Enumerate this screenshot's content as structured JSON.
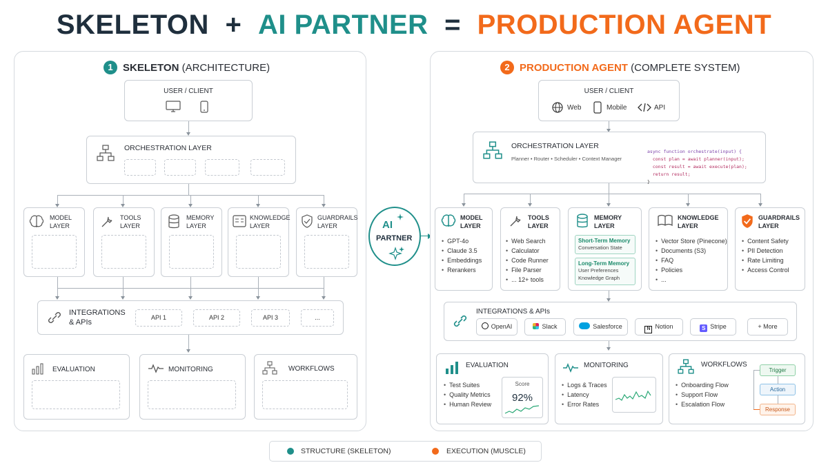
{
  "title": {
    "part1": "SKELETON",
    "plus": "+",
    "part2": "AI PARTNER",
    "eq": "=",
    "part3": "PRODUCTION AGENT"
  },
  "colors": {
    "teal": "#1f8f8a",
    "orange": "#f26a1b",
    "dark": "#1f2f3d"
  },
  "left": {
    "number": "1",
    "heading": "SKELETON",
    "heading_sub": "(ARCHITECTURE)",
    "user_client": "USER / CLIENT",
    "orchestration": "ORCHESTRATION LAYER",
    "layers": [
      {
        "l1": "MODEL",
        "l2": "LAYER"
      },
      {
        "l1": "TOOLS",
        "l2": "LAYER"
      },
      {
        "l1": "MEMORY",
        "l2": "LAYER"
      },
      {
        "l1": "KNOWLEDGE",
        "l2": "LAYER"
      },
      {
        "l1": "GUARDRAILS",
        "l2": "LAYER"
      }
    ],
    "integrations": {
      "l1": "INTEGRATIONS",
      "l2": "& APIs"
    },
    "apis": [
      "API 1",
      "API 2",
      "API 3",
      "..."
    ],
    "evaluation": "EVALUATION",
    "monitoring": "MONITORING",
    "workflows": "WORKFLOWS"
  },
  "partner": {
    "ai": "AI",
    "label": "PARTNER"
  },
  "right": {
    "number": "2",
    "heading": "PRODUCTION AGENT",
    "heading_sub": "(COMPLETE SYSTEM)",
    "user_client": "USER / CLIENT",
    "clients": [
      "Web",
      "Mobile",
      "API"
    ],
    "orchestration": "ORCHESTRATION LAYER",
    "orch_sub": "Planner  •  Router  •  Scheduler  •  Context Manager",
    "code": [
      "async function orchestrate(input) {",
      "  const plan = await planner(input);",
      "  const result = await execute(plan);",
      "  return result;",
      "}"
    ],
    "model": {
      "l1": "MODEL",
      "l2": "LAYER",
      "items": [
        "GPT-4o",
        "Claude 3.5",
        "Embeddings",
        "Rerankers"
      ]
    },
    "tools": {
      "l1": "TOOLS",
      "l2": "LAYER",
      "items": [
        "Web Search",
        "Calculator",
        "Code Runner",
        "File Parser",
        "... 12+ tools"
      ]
    },
    "memory": {
      "l1": "MEMORY",
      "l2": "LAYER",
      "short": "Short-Term Memory",
      "short_sub": "Conversation State",
      "long": "Long-Term Memory",
      "long_sub1": "User Preferences",
      "long_sub2": "Knowledge Graph"
    },
    "knowledge": {
      "l1": "KNOWLEDGE",
      "l2": "LAYER",
      "items": [
        "Vector Store (Pinecone)",
        "Documents (S3)",
        "FAQ",
        "Policies",
        "..."
      ]
    },
    "guardrails": {
      "l1": "GUARDRAILS",
      "l2": "LAYER",
      "items": [
        "Content Safety",
        "PII Detection",
        "Rate Limiting",
        "Access Control"
      ]
    },
    "integrations": "INTEGRATIONS & APIs",
    "apis": [
      "OpenAI",
      "Slack",
      "Salesforce",
      "Notion",
      "Stripe",
      "+ More"
    ],
    "evaluation": {
      "title": "EVALUATION",
      "items": [
        "Test Suites",
        "Quality Metrics",
        "Human Review"
      ],
      "score_label": "Score",
      "score": "92%"
    },
    "monitoring": {
      "title": "MONITORING",
      "items": [
        "Logs & Traces",
        "Latency",
        "Error Rates"
      ]
    },
    "workflows": {
      "title": "WORKFLOWS",
      "items": [
        "Onboarding Flow",
        "Support Flow",
        "Escalation Flow"
      ],
      "steps": [
        "Trigger",
        "Action",
        "Response"
      ]
    }
  },
  "legend": {
    "structure": "STRUCTURE (SKELETON)",
    "execution": "EXECUTION (MUSCLE)"
  }
}
